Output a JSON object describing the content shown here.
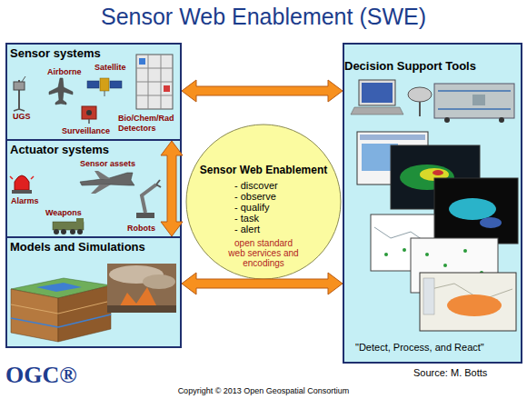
{
  "diagram": {
    "title": "Sensor Web Enablement (SWE)",
    "nodes": [
      {
        "text": [
          "Sensor systems",
          "Airborne",
          "Satellite",
          "UGS",
          "Surveillance",
          "Bio/Chem/Rad Detectors"
        ]
      },
      {
        "text": [
          "Actuator systems",
          "Sensor assets",
          "Alarms",
          "Weapons",
          "Robots"
        ]
      },
      {
        "text": [
          "Models and Simulations"
        ]
      },
      {
        "text": [
          "Sensor Web Enablement",
          "- discover",
          "- observe",
          "- qualify",
          "- task",
          "- alert",
          "open standard web services and encodings"
        ]
      },
      {
        "text": [
          "Decision Support Tools",
          "\"Detect, Process, and React\""
        ]
      }
    ],
    "edges": [
      {
        "from": 0,
        "to": 4,
        "arrow": "both"
      },
      {
        "from": 0,
        "to": 2,
        "arrow": "both"
      },
      {
        "from": 2,
        "to": 4,
        "arrow": "both"
      }
    ],
    "labels": [
      "OGC®",
      "Source: M. Botts",
      "Copyright © 2013 Open Geospatial Consortium"
    ]
  }
}
